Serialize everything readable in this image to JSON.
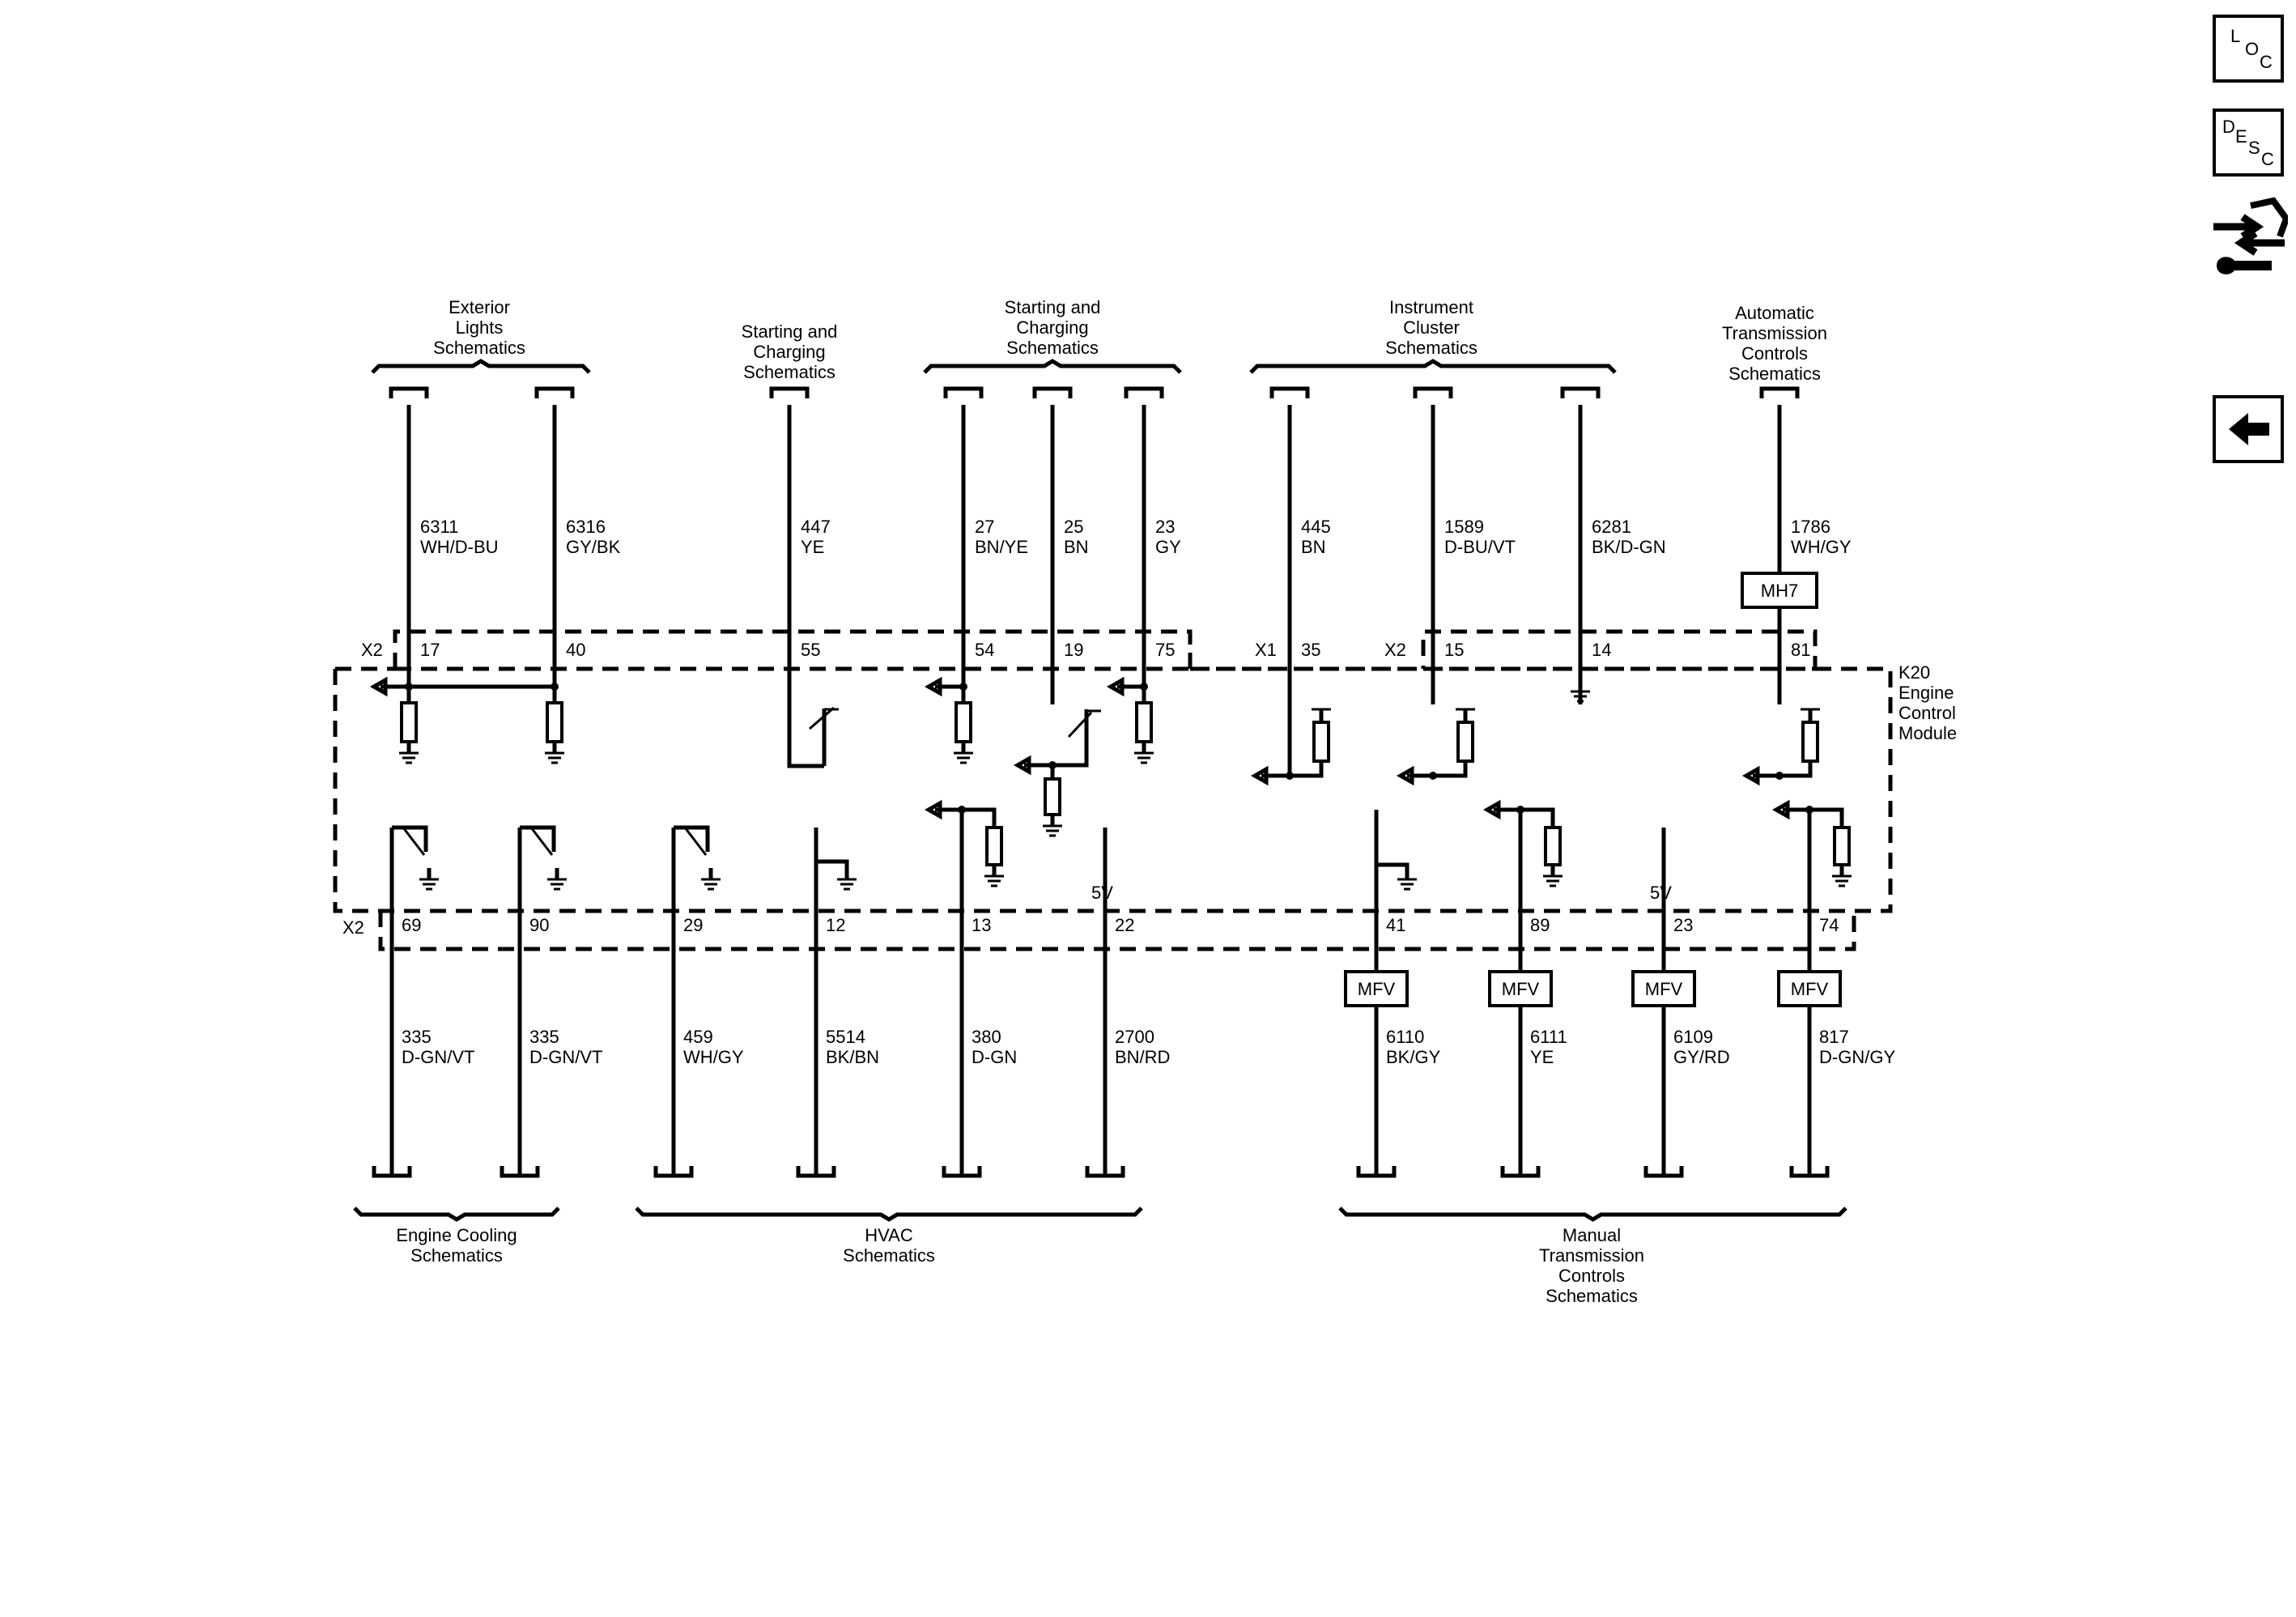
{
  "nav": {
    "loc": {
      "l1": "L",
      "l2": "O",
      "l3": "C"
    },
    "desc": {
      "l1": "D",
      "l2": "E",
      "l3": "S",
      "l4": "C"
    }
  },
  "module": {
    "label": "K20 Engine Control Module",
    "lines": [
      "K20",
      "Engine",
      "Control",
      "Module"
    ]
  },
  "top_groups": [
    {
      "lines": [
        "Exterior",
        "Lights",
        "Schematics"
      ]
    },
    {
      "lines": [
        "Starting and",
        "Charging",
        "Schematics"
      ]
    },
    {
      "lines": [
        "Starting and",
        "Charging",
        "Schematics"
      ]
    },
    {
      "lines": [
        "Instrument",
        "Cluster",
        "Schematics"
      ]
    },
    {
      "lines": [
        "Automatic",
        "Transmission",
        "Controls",
        "Schematics"
      ]
    }
  ],
  "bottom_groups": [
    {
      "lines": [
        "Engine Cooling",
        "Schematics"
      ]
    },
    {
      "lines": [
        "HVAC",
        "Schematics"
      ]
    },
    {
      "lines": [
        "Manual",
        "Transmission",
        "Controls",
        "Schematics"
      ]
    }
  ],
  "top_circuits": [
    {
      "circuit": "6311",
      "color": "WH/D-BU",
      "pin": "17"
    },
    {
      "circuit": "6316",
      "color": "GY/BK",
      "pin": "40"
    },
    {
      "circuit": "447",
      "color": "YE",
      "pin": "55"
    },
    {
      "circuit": "27",
      "color": "BN/YE",
      "pin": "54"
    },
    {
      "circuit": "25",
      "color": "BN",
      "pin": "19"
    },
    {
      "circuit": "23",
      "color": "GY",
      "pin": "75"
    },
    {
      "circuit": "445",
      "color": "BN",
      "pin": "35"
    },
    {
      "circuit": "1589",
      "color": "D-BU/VT",
      "pin": "15"
    },
    {
      "circuit": "6281",
      "color": "BK/D-GN",
      "pin": "14"
    },
    {
      "circuit": "1786",
      "color": "WH/GY",
      "pin": "81"
    }
  ],
  "bottom_circuits": [
    {
      "circuit": "335",
      "color": "D-GN/VT",
      "pin": "69"
    },
    {
      "circuit": "335",
      "color": "D-GN/VT",
      "pin": "90"
    },
    {
      "circuit": "459",
      "color": "WH/GY",
      "pin": "29"
    },
    {
      "circuit": "5514",
      "color": "BK/BN",
      "pin": "12"
    },
    {
      "circuit": "380",
      "color": "D-GN",
      "pin": "13"
    },
    {
      "circuit": "2700",
      "color": "BN/RD",
      "pin": "22"
    },
    {
      "circuit": "6110",
      "color": "BK/GY",
      "pin": "41"
    },
    {
      "circuit": "6111",
      "color": "YE",
      "pin": "89"
    },
    {
      "circuit": "6109",
      "color": "GY/RD",
      "pin": "23"
    },
    {
      "circuit": "817",
      "color": "D-GN/GY",
      "pin": "74"
    }
  ],
  "connectors": {
    "x2_top": "X2",
    "x1": "X1",
    "x2_mid": "X2",
    "x2_bottom": "X2"
  },
  "voltage_labels": [
    "5V",
    "5V"
  ],
  "inline_devices": {
    "mh7": "MH7",
    "mfv": [
      "MFV",
      "MFV",
      "MFV",
      "MFV"
    ]
  },
  "icons": [
    "connector-end-view-icon",
    "back-arrow-icon"
  ]
}
